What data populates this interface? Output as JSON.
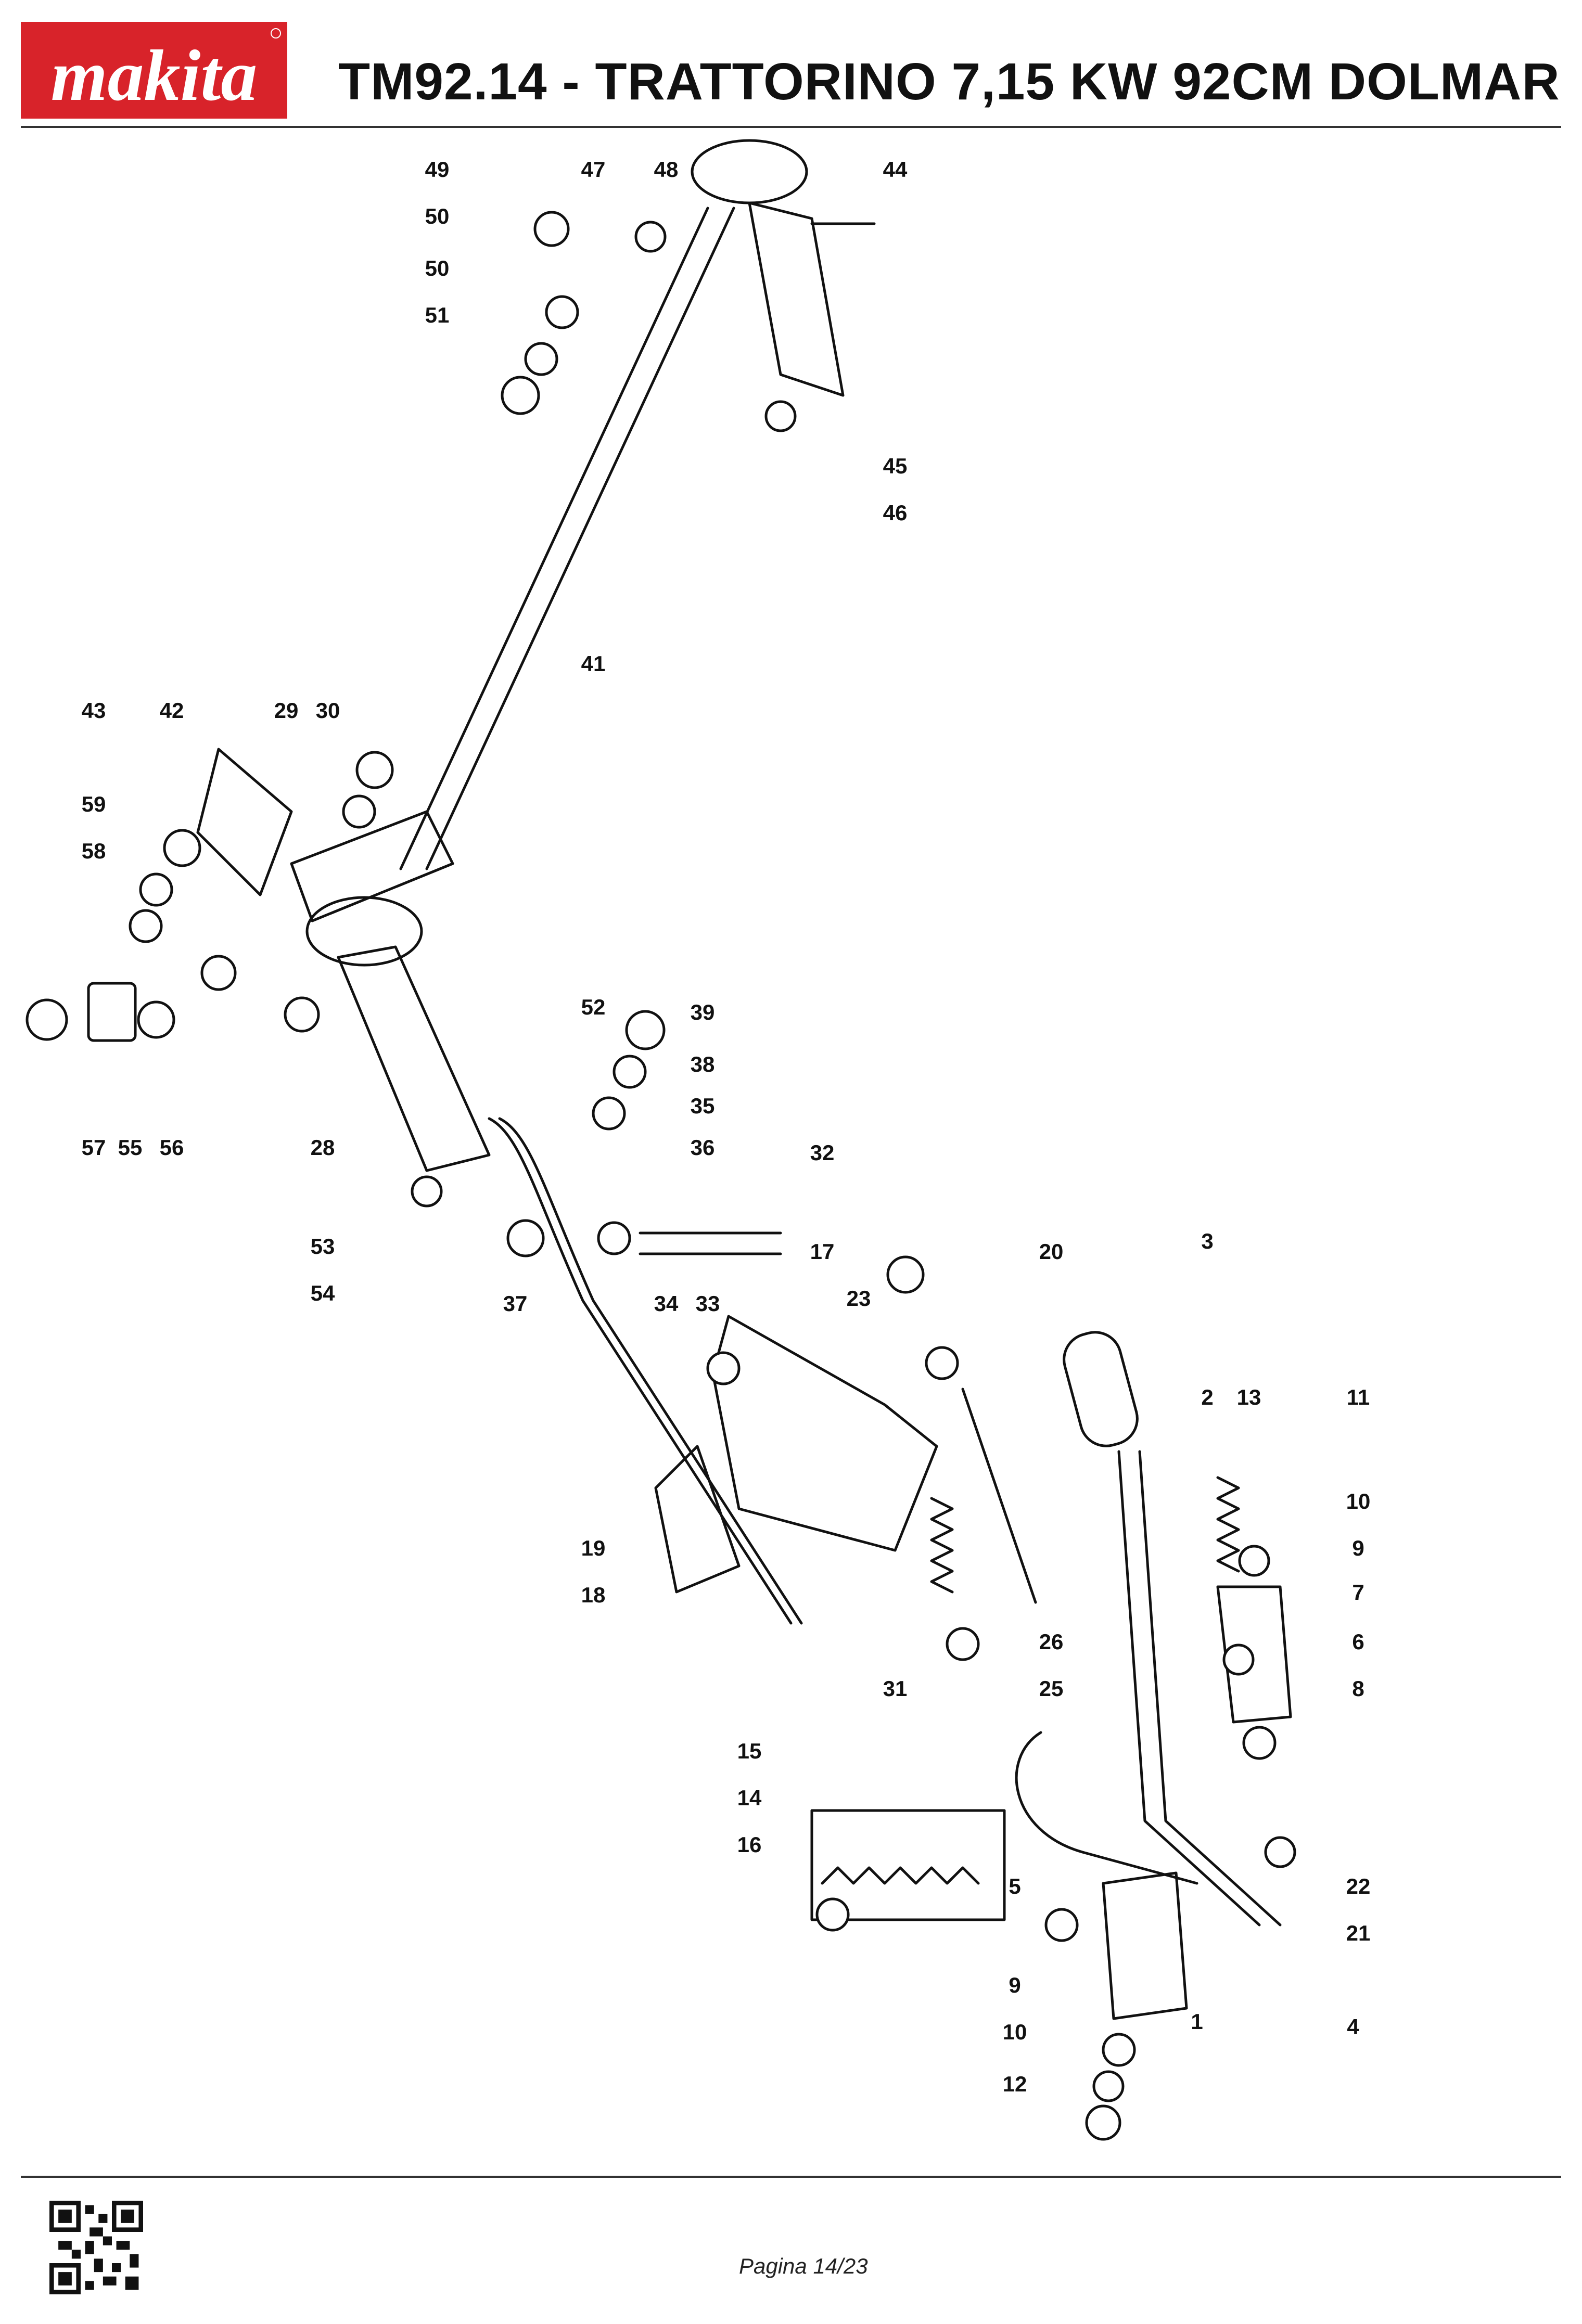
{
  "header": {
    "brand": "makita",
    "title": "TM92.14 - TRATTORINO 7,15 KW 92CM DOLMAR",
    "logo_color": "#d8232a"
  },
  "diagram": {
    "part_labels": [
      "1",
      "2",
      "3",
      "4",
      "5",
      "6",
      "7",
      "8",
      "9",
      "9",
      "10",
      "10",
      "11",
      "12",
      "13",
      "14",
      "15",
      "16",
      "17",
      "18",
      "19",
      "20",
      "21",
      "22",
      "23",
      "25",
      "26",
      "28",
      "29",
      "30",
      "31",
      "32",
      "33",
      "34",
      "35",
      "36",
      "37",
      "38",
      "39",
      "41",
      "42",
      "43",
      "44",
      "45",
      "46",
      "47",
      "48",
      "49",
      "50",
      "50",
      "51",
      "52",
      "53",
      "54",
      "55",
      "56",
      "57",
      "58",
      "59"
    ]
  },
  "footer": {
    "page": "Pagina 14/23",
    "qr_icon": "qr-code-icon"
  }
}
